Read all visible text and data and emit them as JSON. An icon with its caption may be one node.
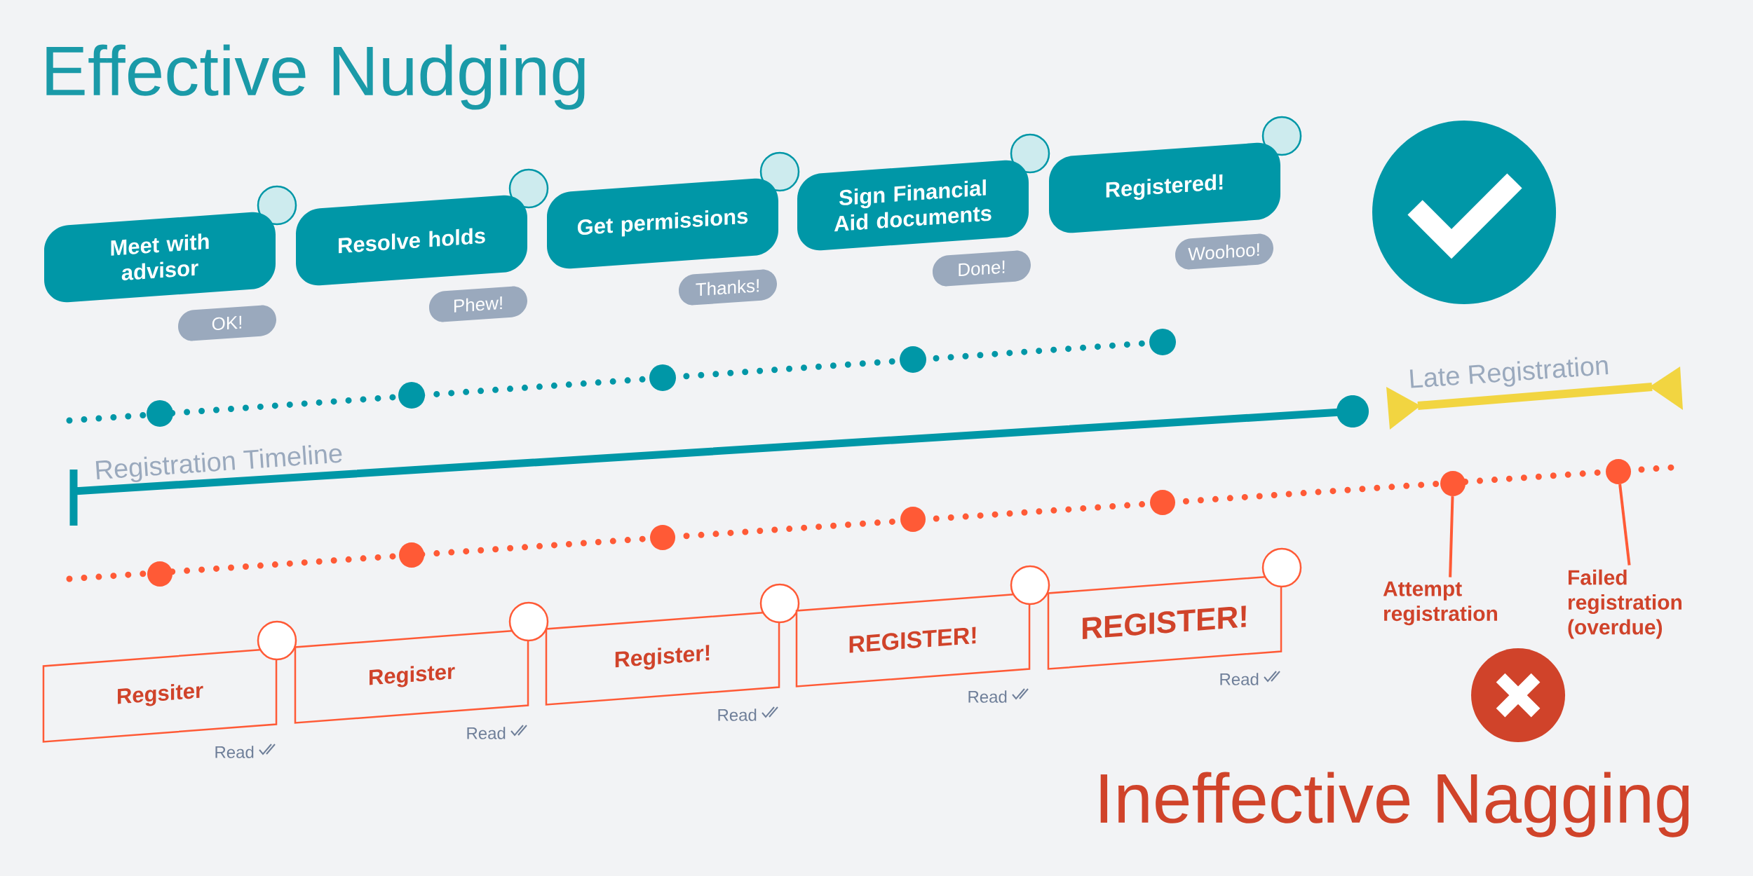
{
  "diagram": {
    "title": "Effective Nudging",
    "nodes": [
      {
        "text": [
          "Meet with advisor"
        ]
      },
      {
        "text": [
          "OK!"
        ]
      },
      {
        "text": [
          "Resolve holds"
        ]
      },
      {
        "text": [
          "Phew!"
        ]
      },
      {
        "text": [
          "Get permissions"
        ]
      },
      {
        "text": [
          "Thanks!"
        ]
      },
      {
        "text": [
          "Sign Financial Aid documents"
        ]
      },
      {
        "text": [
          "Done!"
        ]
      },
      {
        "text": [
          "Registered!"
        ]
      },
      {
        "text": [
          "Woohoo!"
        ]
      },
      {
        "text": [
          "Regsiter"
        ],
        "beside": [
          "Read"
        ]
      },
      {
        "text": [
          "Register"
        ],
        "beside": [
          "Read"
        ]
      },
      {
        "text": [
          "Register!"
        ],
        "beside": [
          "Read"
        ]
      },
      {
        "text": [
          "REGISTER!"
        ],
        "beside": [
          "Read"
        ]
      },
      {
        "text": [
          "REGISTER!"
        ],
        "beside": [
          "Read"
        ]
      },
      {
        "text": [],
        "shape": "circle"
      },
      {
        "text": [],
        "shape": "circle"
      },
      {
        "text": [],
        "shape": "circle"
      },
      {
        "text": [],
        "shape": "circle"
      },
      {
        "text": [],
        "shape": "circle"
      },
      {
        "text": [],
        "shape": "circle"
      },
      {
        "text": [],
        "shape": "circle"
      },
      {
        "text": [],
        "shape": "circle"
      },
      {
        "text": [],
        "shape": "circle"
      },
      {
        "text": [],
        "shape": "circle"
      },
      {
        "text": [],
        "shape": "circle"
      },
      {
        "text": [
          "Attempt registration"
        ]
      },
      {
        "text": [],
        "shape": "circle"
      },
      {
        "text": [
          "Failed registration (overdue)"
        ]
      }
    ],
    "edges": [
      {
        "from": 26,
        "to": 25,
        "arrow": "none"
      },
      {
        "from": 28,
        "to": 27,
        "arrow": "none"
      }
    ],
    "labels": [
      "Registration Timeline",
      "Late Registration",
      "Ineffective Nagging"
    ]
  }
}
